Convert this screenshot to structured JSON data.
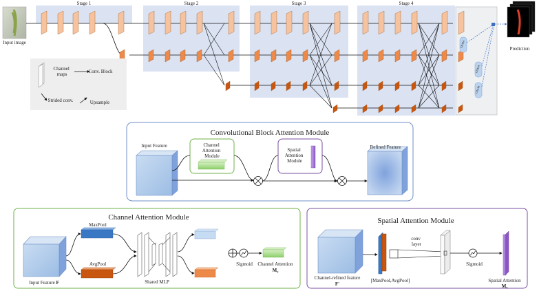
{
  "hrnet": {
    "input_label": "Input image",
    "stage_labels": [
      "Stage 1",
      "Stage 2",
      "Stage 3",
      "Stage 4"
    ],
    "cbam_tag": "CBAM",
    "prediction_label": "Prediction",
    "legend": {
      "channel_maps": "Channel maps",
      "conv_block": "Conv. Block",
      "strided_conv": "Strided conv.",
      "upsample": "Upsample"
    }
  },
  "cbam": {
    "title": "Convolutional Block Attention Module",
    "input_feature": "Input Feature",
    "channel_module": "Channel Attention Module",
    "spatial_module": "Spatial Attention Module",
    "refined_feature": "Refined Feature"
  },
  "channel": {
    "title": "Channel Attention Module",
    "maxpool": "MaxPool",
    "avgpool": "AvgPool",
    "shared_mlp": "Shared MLP",
    "sigmoid": "Sigmoid",
    "input_feature": "Input Feature",
    "input_symbol": "F",
    "output_label": "Channel Attention",
    "output_symbol": "M",
    "output_sub": "c"
  },
  "spatial": {
    "title": "Spatial Attention Module",
    "input_feature": "Channel-refined feature",
    "input_symbol": "F'",
    "pool_label": "[MaxPool,AvgPool]",
    "conv_layer": "conv layer",
    "sigmoid": "Sigmoid",
    "output_label": "Spatial Attention",
    "output_symbol": "M",
    "output_sub": "s"
  },
  "colors": {
    "stage_bg": "#dbe3f3",
    "light_orange": "#f6c39e",
    "mid_orange": "#ed8a4a",
    "dark_orange": "#c9560f",
    "blue_box": "#b9d1ec",
    "green_border": "#6fb24a",
    "purple_border": "#7b4fa3",
    "cbam_border": "#6f8fc8"
  }
}
